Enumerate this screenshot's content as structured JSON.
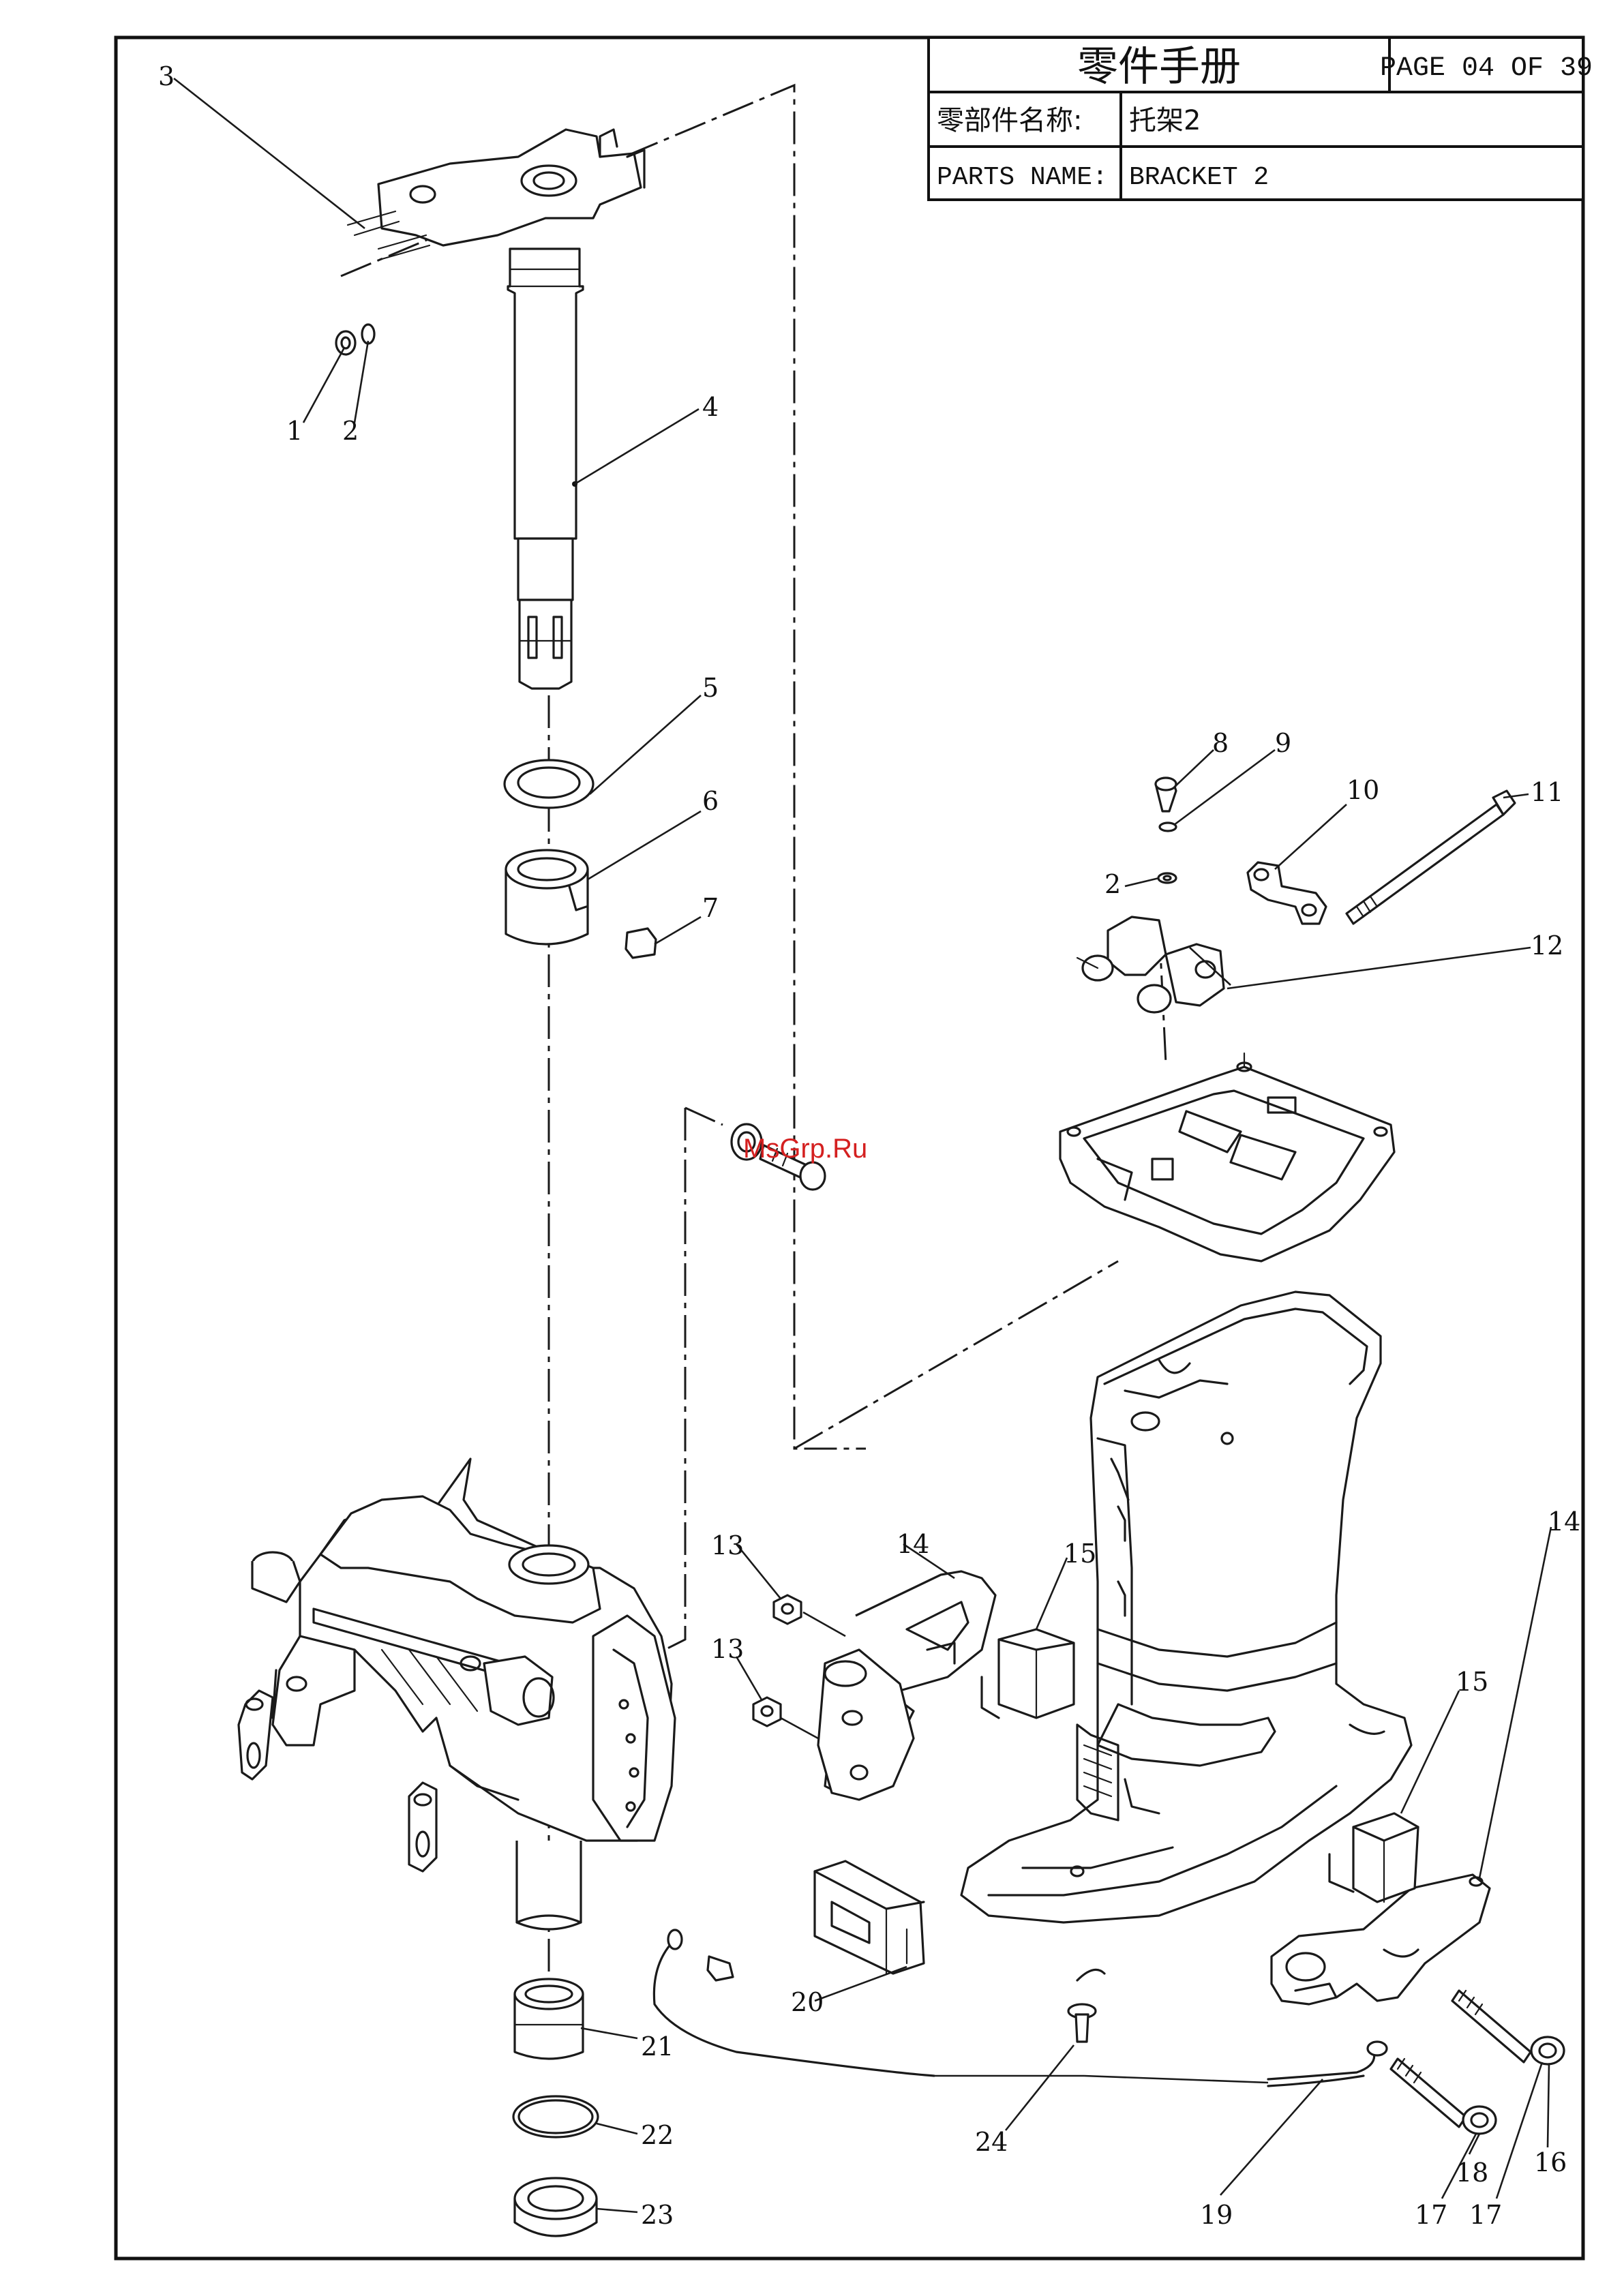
{
  "header": {
    "title": "零件手册",
    "page": "PAGE 04 OF 39",
    "name_cn_label": "零部件名称:",
    "name_cn_value": "托架2",
    "name_en_label": "PARTS NAME:",
    "name_en_value": "BRACKET 2"
  },
  "watermark": "MsGrp.Ru",
  "callouts": {
    "c1": "1",
    "c2a": "2",
    "c2b": "2",
    "c3": "3",
    "c4": "4",
    "c5": "5",
    "c6": "6",
    "c7": "7",
    "c8": "8",
    "c9": "9",
    "c10": "10",
    "c11": "11",
    "c12": "12",
    "c13a": "13",
    "c13b": "13",
    "c14a": "14",
    "c14b": "14",
    "c15a": "15",
    "c15b": "15",
    "c16": "16",
    "c17a": "17",
    "c17b": "17",
    "c18": "18",
    "c19": "19",
    "c20": "20",
    "c21": "21",
    "c22": "22",
    "c23": "23",
    "c24": "24"
  }
}
